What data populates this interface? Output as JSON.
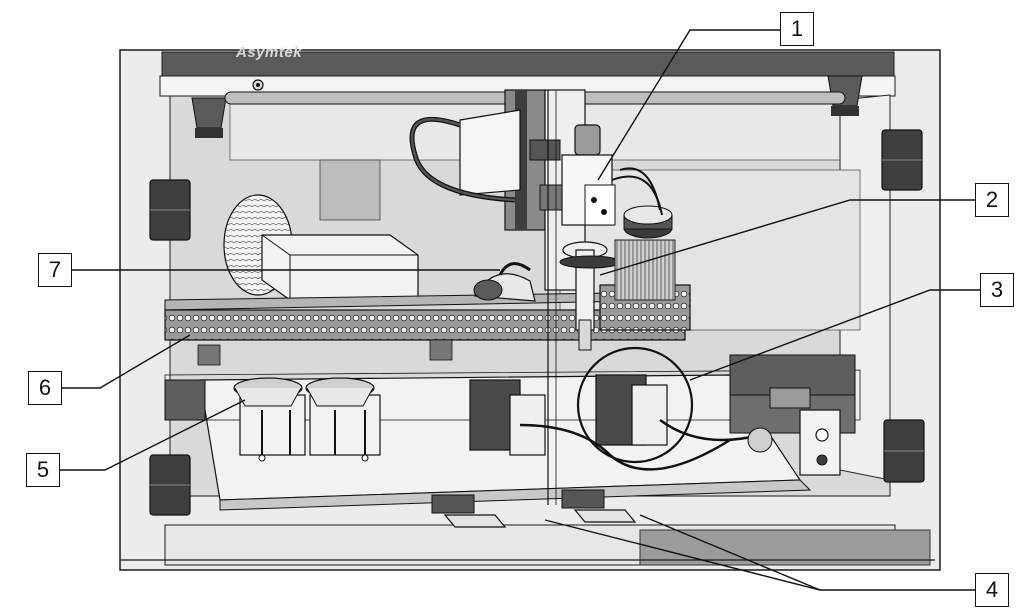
{
  "figure": {
    "brand_text": "Asymtek",
    "callouts": [
      {
        "id": "1",
        "label": "1"
      },
      {
        "id": "2",
        "label": "2"
      },
      {
        "id": "3",
        "label": "3"
      },
      {
        "id": "4",
        "label": "4"
      },
      {
        "id": "5",
        "label": "5"
      },
      {
        "id": "6",
        "label": "6"
      },
      {
        "id": "7",
        "label": "7"
      }
    ],
    "colors": {
      "frame": "#e6e6e6",
      "outline": "#1a1a1a",
      "dark_panel": "#555555",
      "shadow": "#bdbdbd",
      "interior": "#d6d6d6"
    }
  }
}
